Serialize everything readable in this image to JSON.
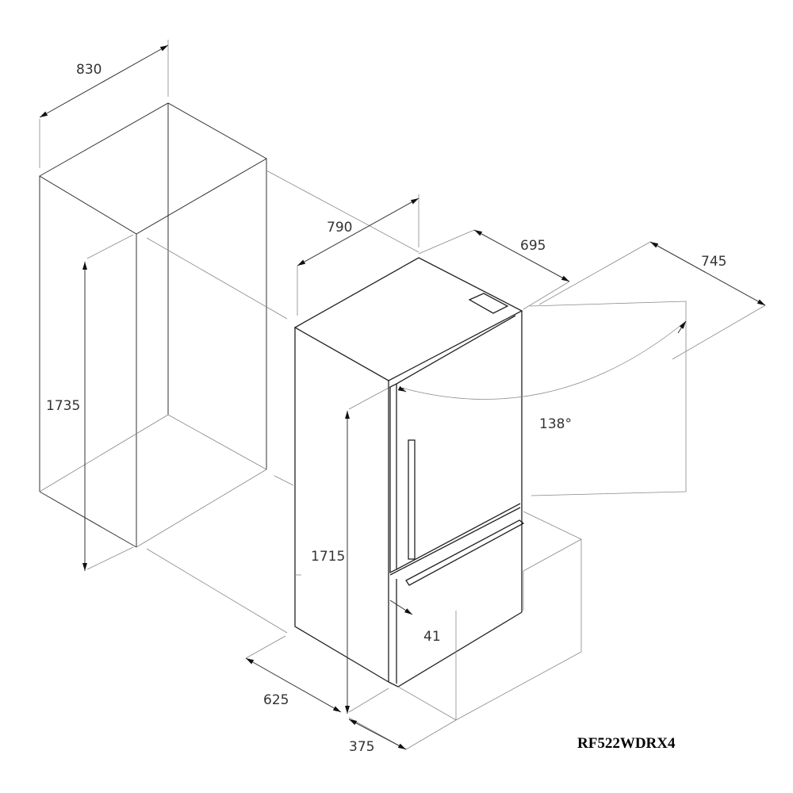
{
  "dimensions": {
    "cavity_width": "830",
    "cavity_height": "1735",
    "cavity_depth": "790",
    "door_depth": "695",
    "door_open_depth": "745",
    "door_angle": "138°",
    "product_height": "1715",
    "drawer_depth": "625",
    "drawer_width": "375",
    "handle_offset": "41"
  },
  "model": "RF522WDRX4",
  "colors": {
    "line": "#333333",
    "background": "#ffffff"
  }
}
